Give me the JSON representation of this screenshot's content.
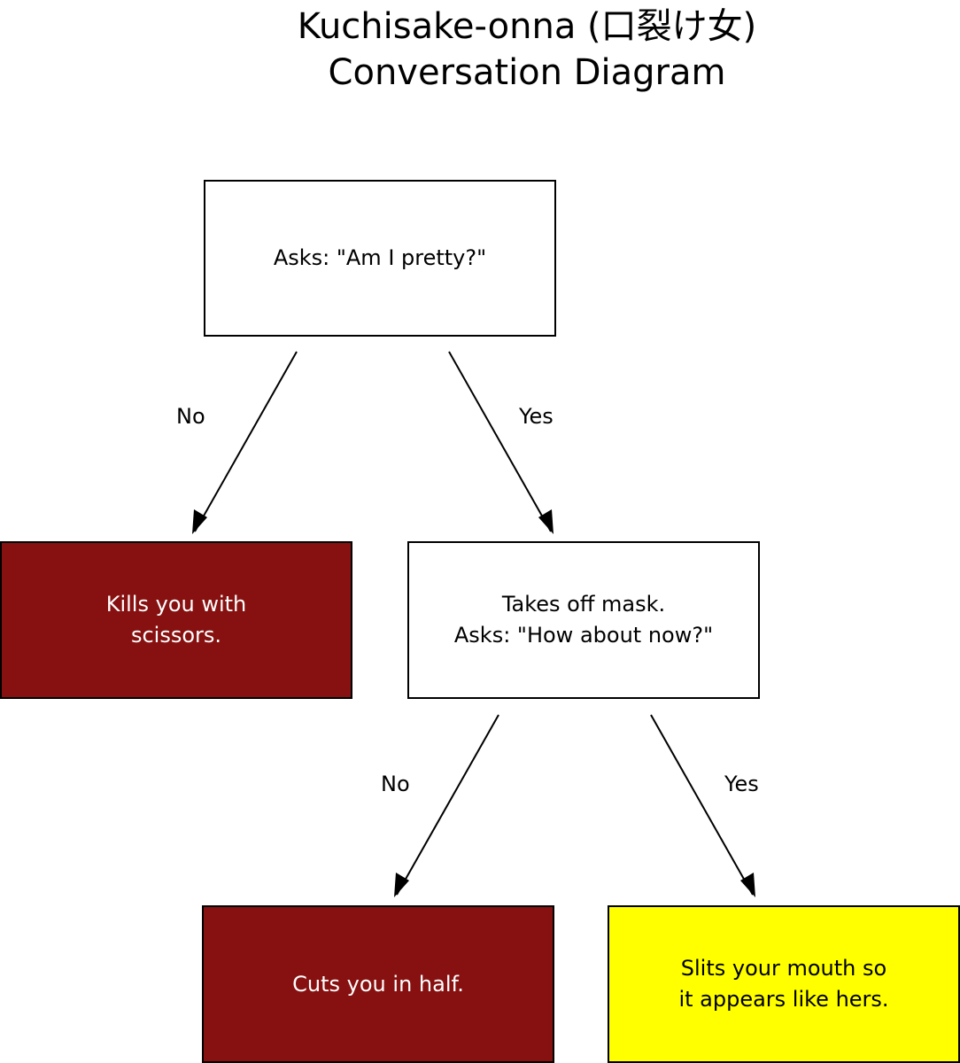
{
  "title": {
    "line1": "Kuchisake-onna (口裂け女)",
    "line2": "Conversation Diagram"
  },
  "nodes": {
    "question1": {
      "lines": [
        "Asks: \"Am I pretty?\""
      ]
    },
    "kills": {
      "lines": [
        "Kills you with",
        "scissors."
      ]
    },
    "question2": {
      "lines": [
        "Takes off mask.",
        "Asks: \"How about now?\""
      ]
    },
    "cuts": {
      "lines": [
        "Cuts you in half."
      ]
    },
    "slits": {
      "lines": [
        "Slits your mouth so",
        "it appears like hers."
      ]
    }
  },
  "edges": {
    "q1_no": "No",
    "q1_yes": "Yes",
    "q2_no": "No",
    "q2_yes": "Yes"
  },
  "colors": {
    "death": "#871111",
    "neutral": "#ffffff",
    "mouth": "#ffff00",
    "death_text": "#ffffff",
    "neutral_text": "#000000"
  }
}
